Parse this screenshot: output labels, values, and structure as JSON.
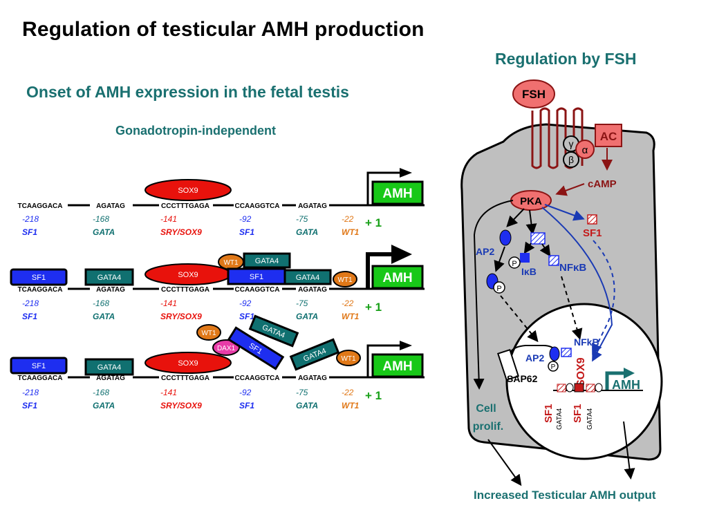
{
  "title": "Regulation of testicular AMH production",
  "left_panel": {
    "subtitle": "Onset of AMH expression in the fetal testis",
    "condition": "Gonadotropin-independent",
    "sequences": [
      "TCAAGGACA",
      "AGATAG",
      "CCCTTTGAGA",
      "CCAAGGTCA",
      "AGATAG"
    ],
    "positions": [
      "-218",
      "-168",
      "-141",
      "-92",
      "-75",
      "-22"
    ],
    "sites": [
      "SF1",
      "GATA",
      "SRY/SOX9",
      "SF1",
      "GATA",
      "WT1"
    ],
    "tss": "+ 1",
    "gene": "AMH",
    "factors": {
      "sox9": "SOX9",
      "sf1": "SF1",
      "gata4": "GATA4",
      "wt1": "WT1",
      "dax1": "DAX1"
    }
  },
  "right_panel": {
    "subtitle": "Regulation by FSH",
    "fsh": "FSH",
    "ac": "AC",
    "g_gamma": "γ",
    "g_alpha": "α",
    "g_beta": "β",
    "camp": "cAMP",
    "pka": "PKA",
    "sf1": "SF1",
    "ap2": "AP2",
    "p": "P",
    "ikb": "IκB",
    "nfkb": "NFκB",
    "nfkb_nucleus": "NFkB",
    "ap2_nucleus": "AP2",
    "sap62": "SAP62",
    "sox9": "SOX9",
    "sf1_a": "SF1",
    "sf1_b": "SF1",
    "gata4_a": "GATA4",
    "gata4_b": "GATA4",
    "amh": "AMH",
    "cell_prolif_1": "Cell",
    "cell_prolif_2": "prolif.",
    "output": "Increased Testicular  AMH output"
  },
  "colors": {
    "teal_text": "#1a7070",
    "sox9_red": "#e8120c",
    "sf1_blue": "#1e2ef0",
    "gata4_teal": "#107070",
    "wt1_orange": "#e07818",
    "dax1_pink": "#e83ca8",
    "amh_green": "#18c818",
    "fsh_pink": "#f07070",
    "dark_red": "#8b1414",
    "pathway_blue": "#1a3ab4",
    "cell_gray": "#bfbfbf"
  }
}
